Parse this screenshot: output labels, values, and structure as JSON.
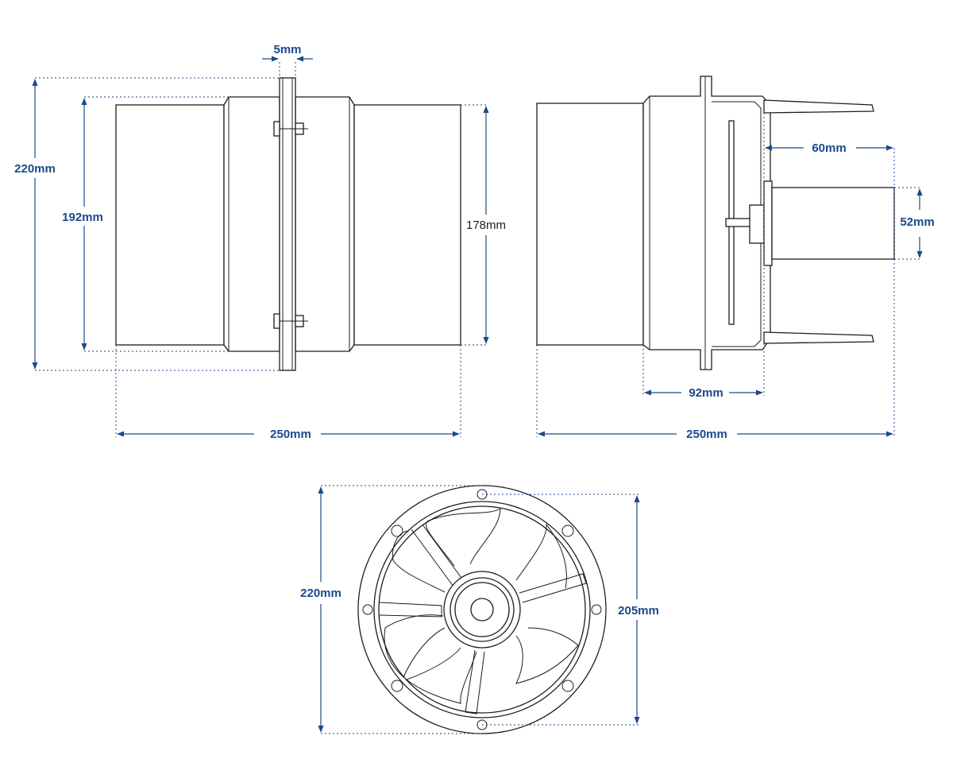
{
  "colors": {
    "dimension": "#1a4a8a",
    "outline": "#1d1d1b",
    "background": "#ffffff"
  },
  "dimensions": {
    "side_flange_thickness": "5mm",
    "side_flange_height": "220mm",
    "side_body_height": "192mm",
    "side_duct_height": "178mm",
    "side_length": "250mm",
    "section_length": "250mm",
    "section_motor_offset": "60mm",
    "section_motor_diameter": "52mm",
    "section_housing_length": "92mm",
    "front_outer_diameter": "220mm",
    "front_bolt_circle": "205mm"
  }
}
